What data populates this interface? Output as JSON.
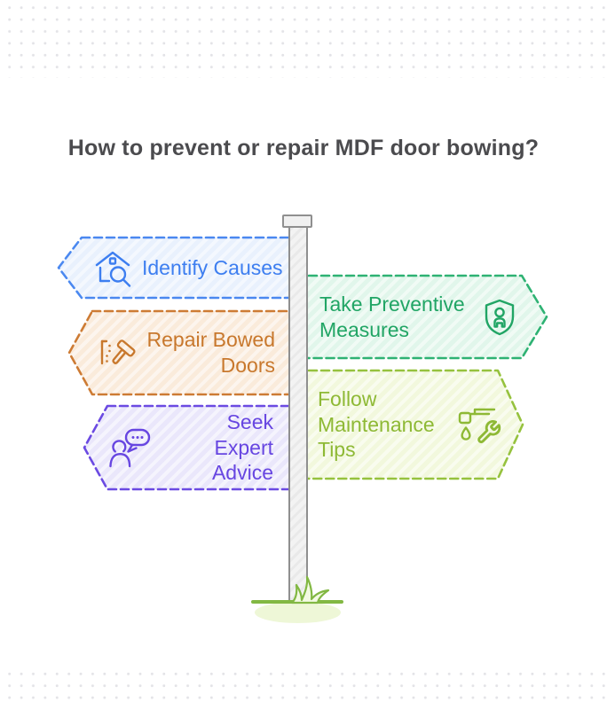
{
  "title": "How to prevent or repair MDF door bowing?",
  "signs": [
    {
      "label": "Identify Causes",
      "icon": "house-search-icon",
      "direction": "left",
      "text_color": "#3d7ef0",
      "border_color": "#4a88f0",
      "fill_color": "#e9f1fd"
    },
    {
      "label": "Take Preventive Measures",
      "icon": "shield-person-icon",
      "direction": "right",
      "text_color": "#21a565",
      "border_color": "#2eb273",
      "fill_color": "#e1f6eb"
    },
    {
      "label": "Repair Bowed Doors",
      "icon": "hammer-nails-icon",
      "direction": "left",
      "text_color": "#c8782d",
      "border_color": "#cd7b34",
      "fill_color": "#faebdb"
    },
    {
      "label": "Follow Maintenance Tips",
      "icon": "faucet-wrench-icon",
      "direction": "right",
      "text_color": "#8eb935",
      "border_color": "#96c23e",
      "fill_color": "#f2f8dd"
    },
    {
      "label": "Seek Expert Advice",
      "icon": "person-chat-icon",
      "direction": "left",
      "text_color": "#6746e1",
      "border_color": "#6b4ae2",
      "fill_color": "#eae7fb"
    }
  ],
  "signpost": {
    "pole_fill": "#f3f3f3",
    "pole_border": "#8f8f8f",
    "grass_green": "#82b843",
    "ground_shadow": "#eef7d7"
  },
  "background": {
    "dot_color": "#e3e3e7",
    "page_color": "#ffffff"
  }
}
